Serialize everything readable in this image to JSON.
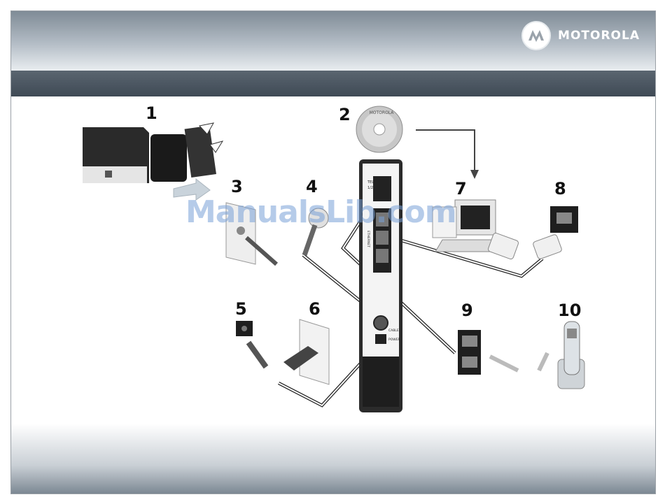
{
  "brand": {
    "name": "MOTOROLA",
    "logo_icon": "motorola-batwing-icon"
  },
  "steps": [
    {
      "label": "1"
    },
    {
      "label": "2"
    },
    {
      "label": "3"
    },
    {
      "label": "4"
    },
    {
      "label": "5"
    },
    {
      "label": "6"
    },
    {
      "label": "7"
    },
    {
      "label": "8"
    },
    {
      "label": "9"
    },
    {
      "label": "10"
    }
  ],
  "device": {
    "port_tel": "TEL",
    "port_tel_sub": "1/2",
    "port_ethernet": "ETHERNET",
    "port_cable": "CABLE",
    "port_power": "POWER"
  },
  "cd_label": "MOTOROLA",
  "watermark": "ManualsLib.com"
}
